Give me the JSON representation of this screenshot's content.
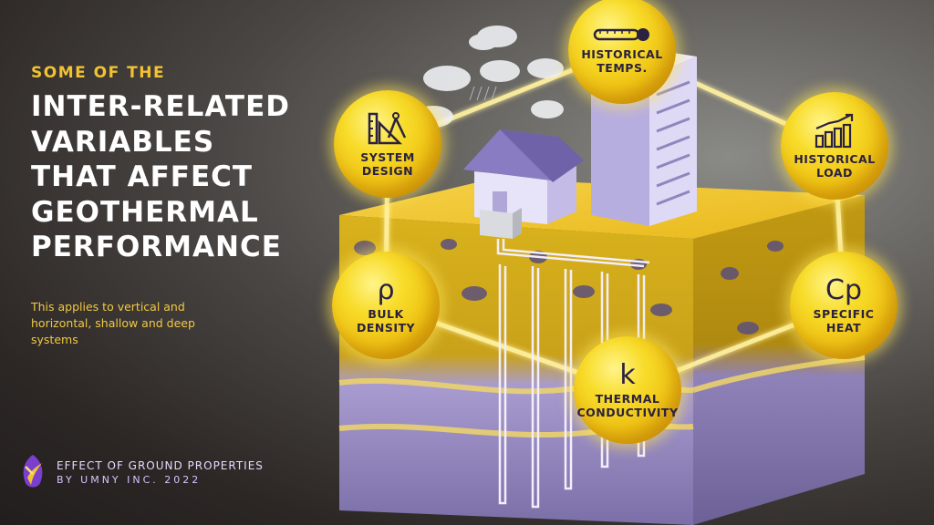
{
  "left": {
    "kicker": "SOME OF THE",
    "headline_lines": [
      "INTER-RELATED",
      "VARIABLES",
      "THAT AFFECT",
      "GEOTHERMAL",
      "PERFORMANCE"
    ],
    "subtitle": "This applies to vertical and horizontal, shallow and deep systems"
  },
  "footer": {
    "line1": "EFFECT OF GROUND PROPERTIES",
    "line2": "BY UMNY INC. 2022"
  },
  "nodes": [
    {
      "id": "system-design",
      "label": "SYSTEM\nDESIGN",
      "icon": "drafting-tools-icon"
    },
    {
      "id": "historical-temps",
      "label": "HISTORICAL\nTEMPS.",
      "icon": "thermometer-icon"
    },
    {
      "id": "historical-load",
      "label": "HISTORICAL\nLOAD",
      "icon": "bar-chart-icon"
    },
    {
      "id": "bulk-density",
      "label": "BULK\nDENSITY",
      "symbol": "ρ"
    },
    {
      "id": "specific-heat",
      "label": "SPECIFIC\nHEAT",
      "symbol": "Cp"
    },
    {
      "id": "thermal-conductivity",
      "label": "THERMAL\nCONDUCTIVITY",
      "symbol": "k"
    }
  ],
  "colors": {
    "accent_yellow": "#f2c230",
    "ground_yellow": "#e0b820",
    "purple": "#9a8cc4",
    "text_dark": "#2b2140"
  }
}
